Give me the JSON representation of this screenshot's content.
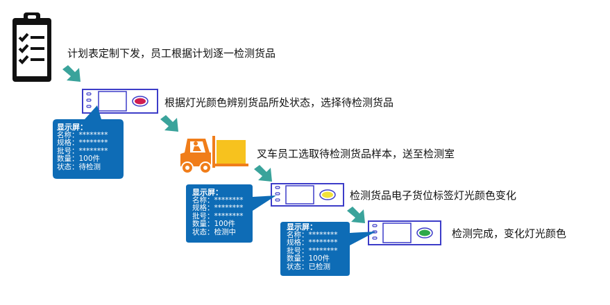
{
  "steps": [
    {
      "text": "计划表定制下发，员工根据计划逐一检测货品"
    },
    {
      "text": "根据灯光颜色辨别货品所处状态，选择待检测货品"
    },
    {
      "text": "叉车员工选取待检测货品样本，送至检测室"
    },
    {
      "text": "检测货品电子货位标签灯光颜色变化"
    },
    {
      "text": "检测完成，变化灯光颜色"
    }
  ],
  "callouts": [
    {
      "title": "显示屏：",
      "lines": [
        "名称：********",
        "规格：********",
        "批号：********",
        "数量：100件",
        "状态：待检测"
      ]
    },
    {
      "title": "显示屏：",
      "lines": [
        "名称：********",
        "规格：********",
        "批号：********",
        "数量：100件",
        "状态：检测中"
      ]
    },
    {
      "title": "显示屏：",
      "lines": [
        "名称：********",
        "规格：********",
        "批号：********",
        "数量：100件",
        "状态：已检测"
      ]
    }
  ],
  "colors": {
    "callout_fill": "#0e6cb6",
    "arrow_teal": "#3aa39b",
    "label_border": "#3c3cc8",
    "forklift_orange": "#f07d1a",
    "box_yellow": "#f7c21e",
    "light_red": "#d01c50",
    "light_yellow": "#f2e23a",
    "light_green": "#2ea84a"
  },
  "icons": [
    "clipboard-checklist-icon",
    "forklift-icon",
    "teal-down-right-arrow-icon",
    "electronic-shelf-label-icon"
  ]
}
